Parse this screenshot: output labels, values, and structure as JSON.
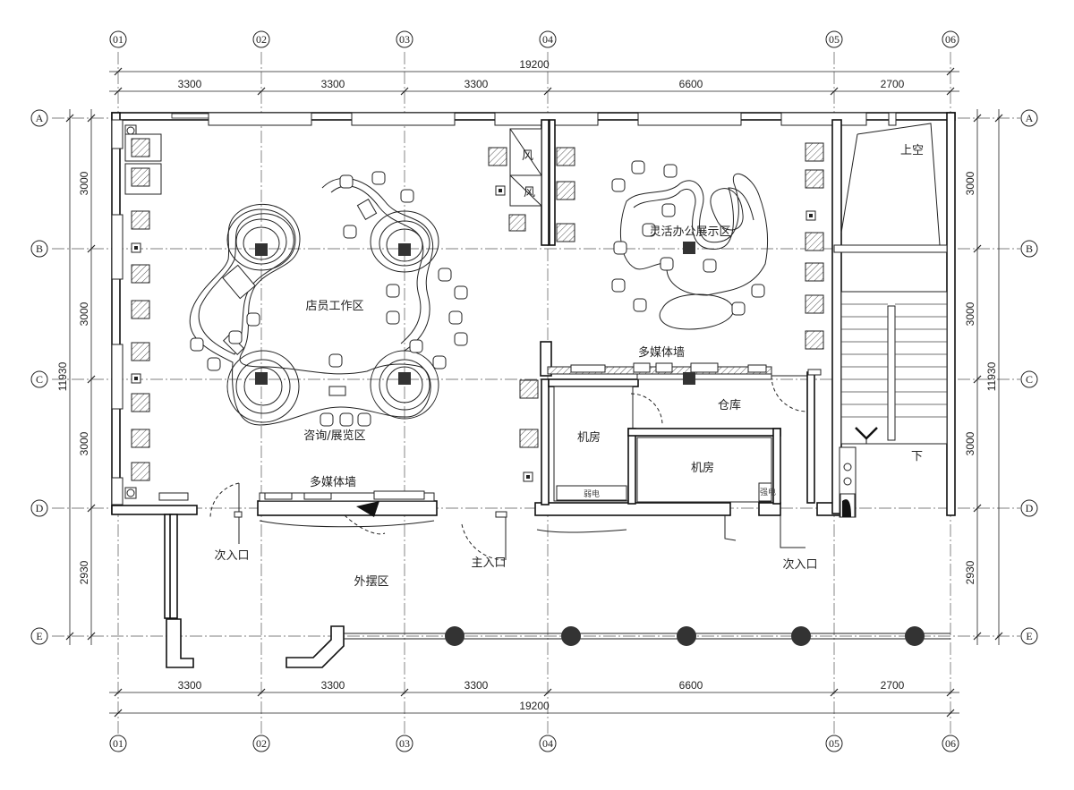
{
  "plan": {
    "column_axes": [
      "01",
      "02",
      "03",
      "04",
      "05",
      "06"
    ],
    "row_axes": [
      "A",
      "B",
      "C",
      "D",
      "E"
    ],
    "top_dimensions": {
      "total": "19200",
      "segments": [
        "3300",
        "3300",
        "3300",
        "6600",
        "2700"
      ]
    },
    "bottom_dimensions": {
      "total": "19200",
      "segments": [
        "3300",
        "3300",
        "3300",
        "6600",
        "2700"
      ]
    },
    "left_dimensions": {
      "total": "11930",
      "segments": [
        "3000",
        "3000",
        "3000",
        "2930"
      ]
    },
    "right_dimensions": {
      "total": "11930",
      "segments": [
        "3000",
        "3000",
        "3000",
        "2930"
      ]
    },
    "labels": {
      "staff_work_area": "店员工作区",
      "consult_display_area": "咨询/展览区",
      "multimedia_wall_left": "多媒体墙",
      "multimedia_wall_right": "多媒体墙",
      "flex_office_display_area": "灵活办公展示区",
      "warehouse": "仓库",
      "machine_room_1": "机房",
      "machine_room_2": "机房",
      "secondary_entrance_left": "次入口",
      "main_entrance": "主入口",
      "secondary_entrance_right": "次入口",
      "outdoor_area": "外摆区",
      "void_above": "上空",
      "stair_down": "下",
      "vent_1": "风",
      "vent_2": "风",
      "weak_current": "弱电",
      "strong_current": "强电"
    }
  }
}
